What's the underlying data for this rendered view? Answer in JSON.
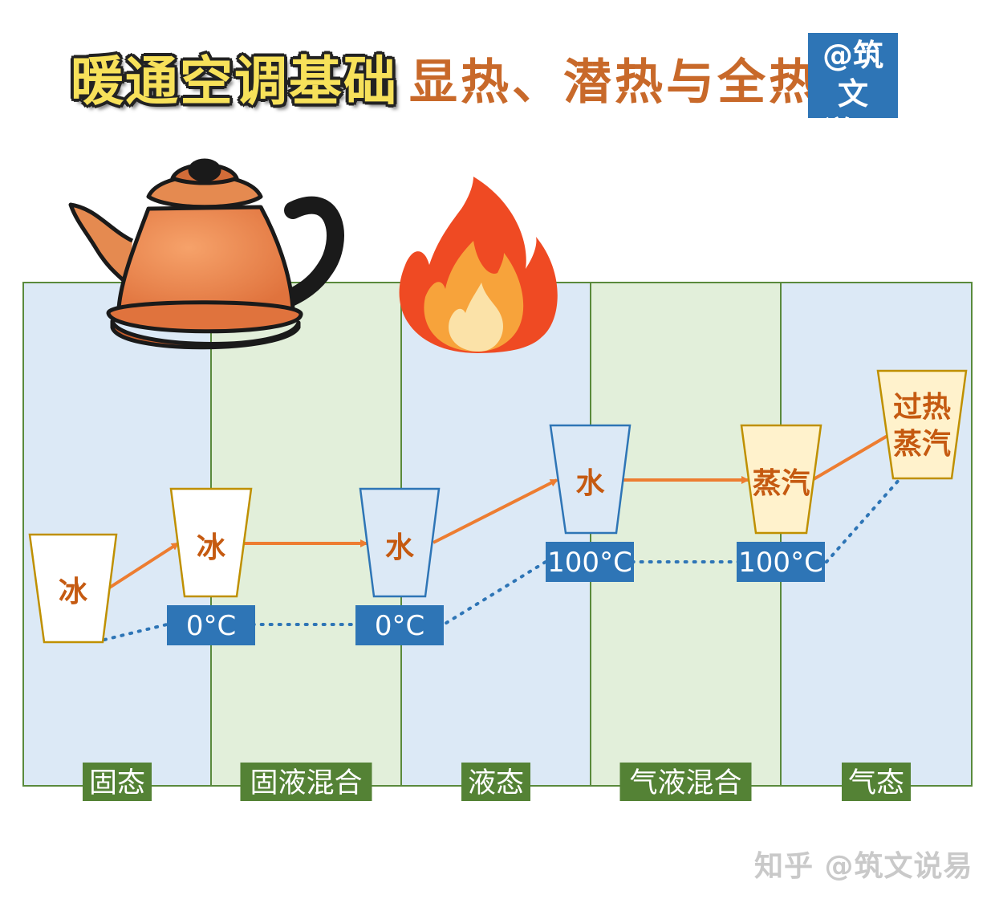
{
  "header": {
    "main_title": "暖通空调基础",
    "sub_title": "显热、潜热与全热",
    "author_line1": "@筑文",
    "author_line2": "说易"
  },
  "phases": [
    {
      "label": "固态",
      "tint": "#dce9f6"
    },
    {
      "label": "固液混合",
      "tint": "#e2efda"
    },
    {
      "label": "液态",
      "tint": "#dce9f6"
    },
    {
      "label": "气液混合",
      "tint": "#e2efda"
    },
    {
      "label": "气态",
      "tint": "#dce9f6"
    }
  ],
  "cups": [
    {
      "line1": "冰",
      "line2": "",
      "style": "ice"
    },
    {
      "line1": "冰",
      "line2": "",
      "style": "ice"
    },
    {
      "line1": "水",
      "line2": "",
      "style": "water"
    },
    {
      "line1": "水",
      "line2": "",
      "style": "water"
    },
    {
      "line1": "蒸汽",
      "line2": "",
      "style": "steam"
    },
    {
      "line1": "过热",
      "line2": "蒸汽",
      "style": "steam"
    }
  ],
  "temperatures": [
    "0°C",
    "0°C",
    "100°C",
    "100°C"
  ],
  "watermark": "知乎 @筑文说易",
  "colors": {
    "border": "#5a8a3c",
    "label_bg": "#548235",
    "arrow": "#ed7d31",
    "temp_bg": "#2e75b6",
    "dotted": "#2e75b6",
    "cup_text": "#c55a11",
    "ice_border": "#bf9000",
    "water_fill": "#dce9f6",
    "water_border": "#2e75b6",
    "steam_fill": "#fff2cc",
    "steam_border": "#bf9000"
  }
}
